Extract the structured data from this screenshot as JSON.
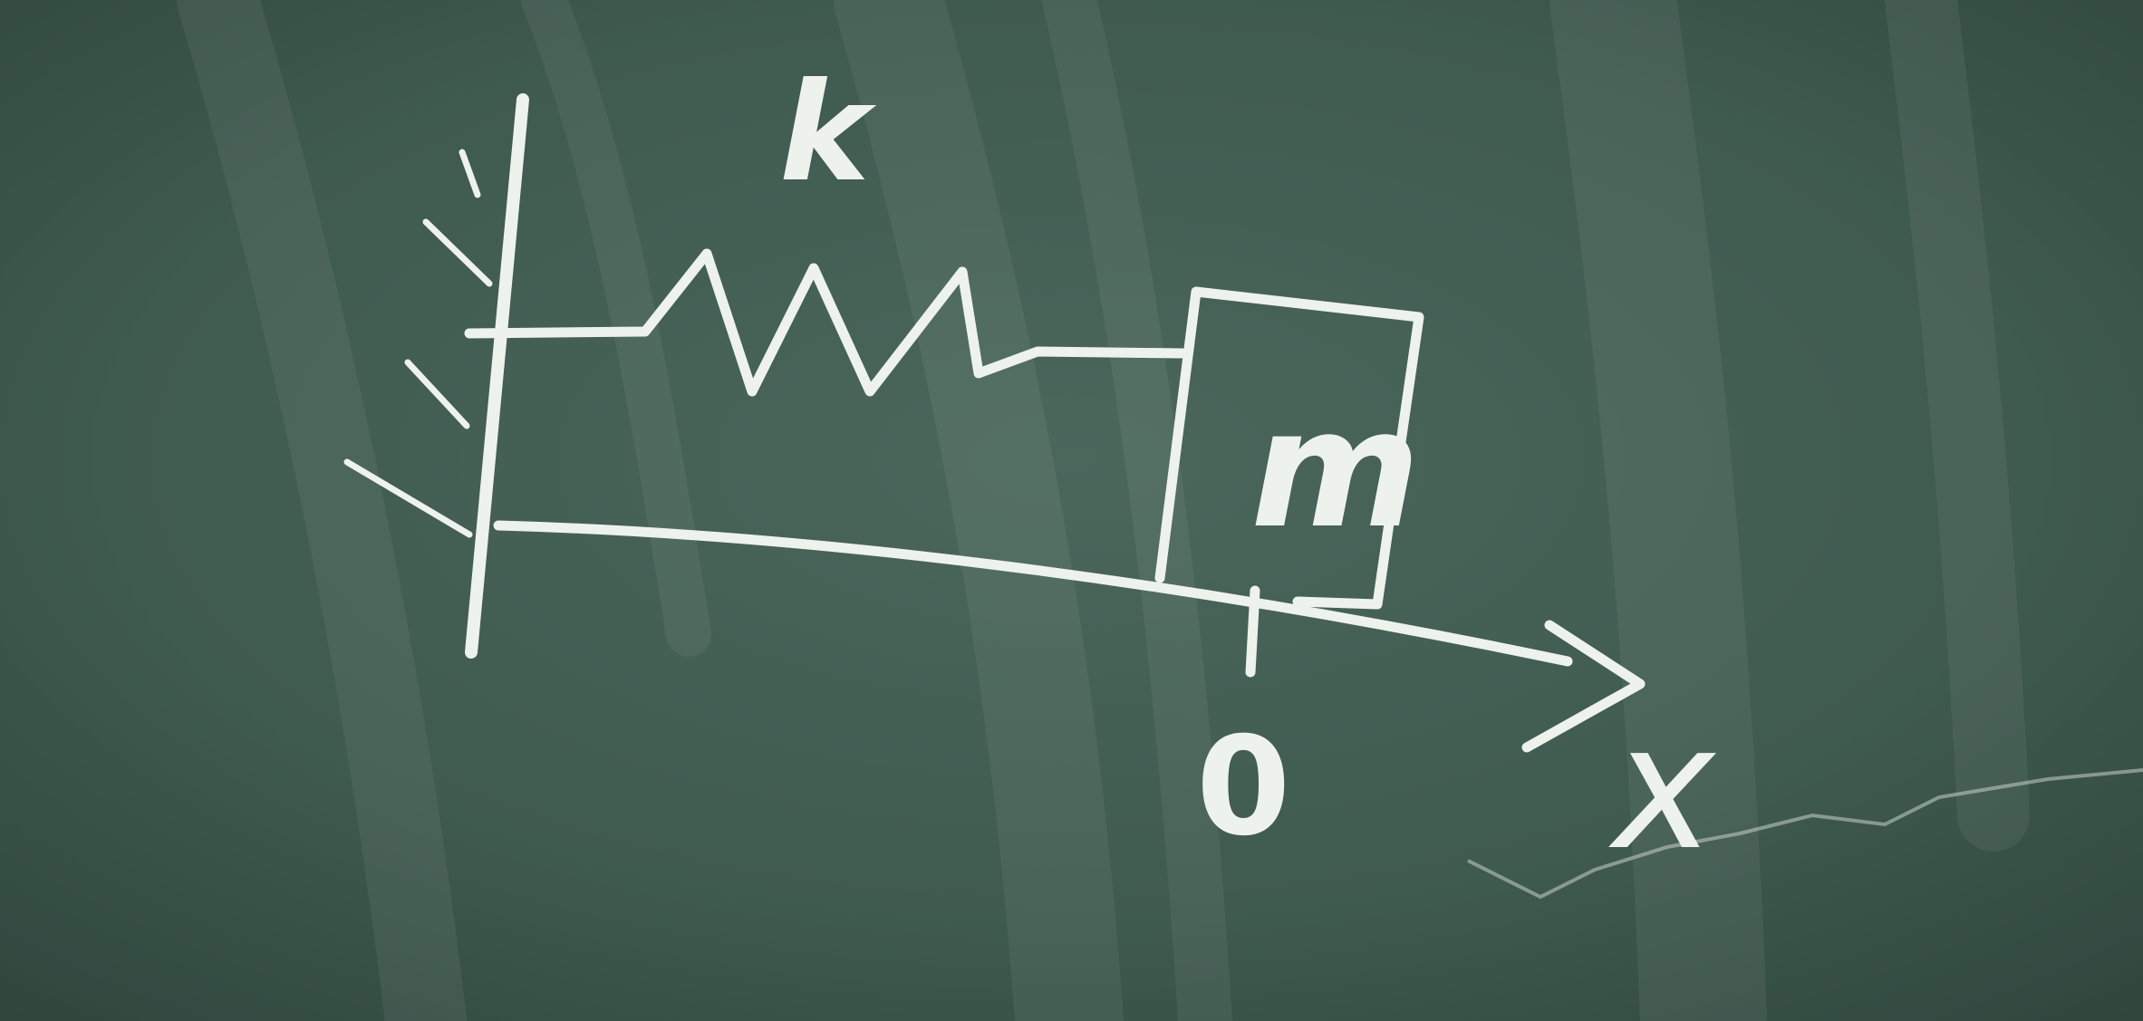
{
  "diagram": {
    "spring_label": "k",
    "mass_label": "m",
    "origin_label": "0",
    "axis_label": "x"
  },
  "colors": {
    "board": "#3f5b50",
    "chalk": "#eef2ec"
  }
}
